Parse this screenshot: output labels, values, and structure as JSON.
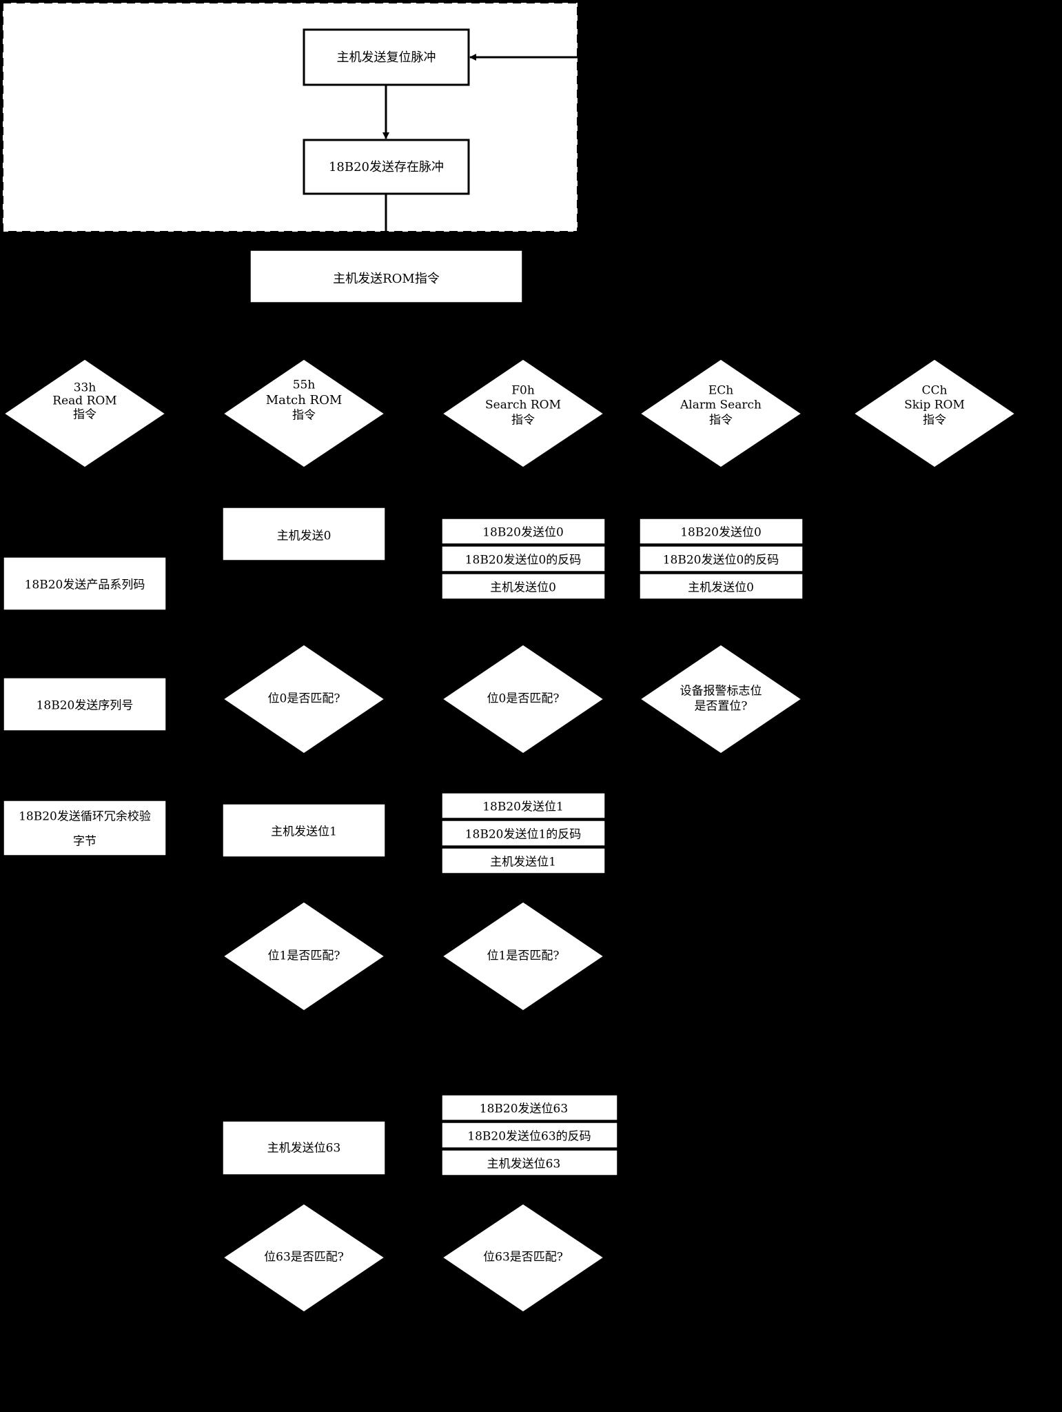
{
  "colors": {
    "background": "#000000",
    "node_fill": "#ffffff",
    "stroke": "#000000",
    "text": "#000000"
  },
  "init": {
    "reset_pulse": "主机发送复位脉冲",
    "presence_pulse": "18B20发送存在脉冲"
  },
  "rom_command": "主机发送ROM指令",
  "decisions": {
    "read_rom": [
      "33h",
      "Read ROM",
      "指令"
    ],
    "match_rom": [
      "55h",
      "Match ROM",
      "指令"
    ],
    "search_rom": [
      "F0h",
      "Search ROM",
      "指令"
    ],
    "alarm_search": [
      "ECh",
      "Alarm Search",
      "指令"
    ],
    "skip_rom": [
      "CCh",
      "Skip ROM",
      "指令"
    ]
  },
  "read_rom_branch": {
    "family_code": "18B20发送产品系列码",
    "serial_number": "18B20发送序列号",
    "crc_byte": [
      "18B20发送循环冗余校验",
      "字节"
    ]
  },
  "match_rom_branch": {
    "send_bit0": "主机发送0",
    "bit0_match": "位0是否匹配?",
    "send_bit1": "主机发送位1",
    "bit1_match": "位1是否匹配?",
    "send_bit63": "主机发送位63",
    "bit63_match": "位63是否匹配?"
  },
  "search_rom_branch": {
    "group_bit0": [
      "18B20发送位0",
      "18B20发送位0的反码",
      "主机发送位0"
    ],
    "bit0_match": "位0是否匹配?",
    "group_bit1": [
      "18B20发送位1",
      "18B20发送位1的反码",
      "主机发送位1"
    ],
    "bit1_match": "位1是否匹配?",
    "group_bit63": [
      "18B20发送位63",
      "18B20发送位63的反码",
      "主机发送位63"
    ],
    "bit63_match": "位63是否匹配?"
  },
  "alarm_search_branch": {
    "group_bit0": [
      "18B20发送位0",
      "18B20发送位0的反码",
      "主机发送位0"
    ],
    "alarm_flag": [
      "设备报警标志位",
      "是否置位?"
    ]
  }
}
